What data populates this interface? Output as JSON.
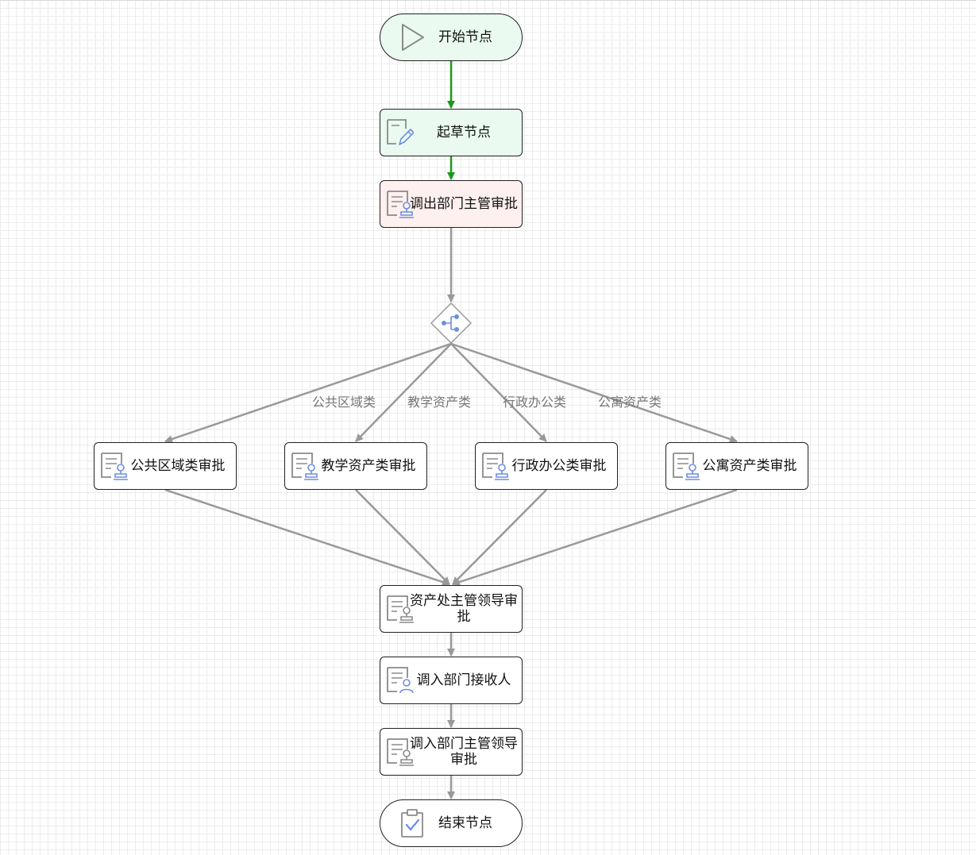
{
  "nodes": {
    "start": "开始节点",
    "draft": "起草节点",
    "out_dept_approve": "调出部门主管审批",
    "public_area": "公共区域类审批",
    "teaching_assets": "教学资产类审批",
    "admin_office": "行政办公类审批",
    "apartment_assets": "公寓资产类审批",
    "asset_office_leader": "资产处主管领导审批",
    "in_dept_receiver": "调入部门接收人",
    "in_dept_leader": "调入部门主管领导审批",
    "end": "结束节点"
  },
  "branches": {
    "public_area": "公共区域类",
    "teaching_assets": "教学资产类",
    "admin_office": "行政办公类",
    "apartment_assets": "公寓资产类"
  },
  "colors": {
    "traversed_edge": "#1a9a1a",
    "pending_edge": "#999999",
    "node_border": "#222222",
    "start_fill": "#eafaf0",
    "current_fill": "#fdf0ef",
    "icon_blue": "#6e8ee0",
    "icon_gray": "#8a8a8a"
  }
}
